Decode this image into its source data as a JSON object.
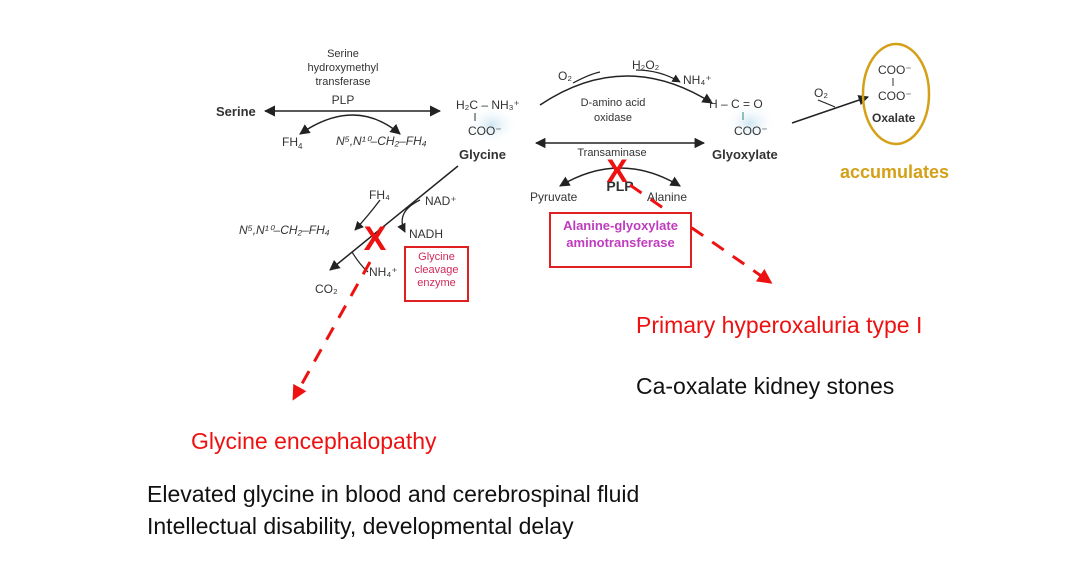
{
  "colors": {
    "accent_red": "#ee1111",
    "enzyme_magenta": "#c03cbf",
    "glyoxylate_teal": "#2e8a6e",
    "oxalate_gold": "#d4a017",
    "serine_enzyme": "#c0356a"
  },
  "pathway": {
    "serine": "Serine",
    "serine_enzyme_line1": "Serine",
    "serine_enzyme_line2": "hydroxymethyl",
    "serine_enzyme_line3": "transferase",
    "plp_top": "PLP",
    "fh4_left": "FH",
    "fh4_left_sub": "4",
    "methylene_thf_top": "N⁵,N¹⁰–CH₂–FH₄",
    "glycine_formula_top": "H₂C – NH₃⁺",
    "glycine_formula_bottom": "COO⁻",
    "glycine": "Glycine",
    "o2_left": "O₂",
    "h2o2": "H₂O₂",
    "nh4_top": "NH₄⁺",
    "daao_line1": "D-amino acid",
    "daao_line2": "oxidase",
    "transaminase": "Transaminase",
    "plp_mid": "PLP",
    "pyruvate": "Pyruvate",
    "alanine": "Alanine",
    "glyoxylate_formula_top": "H – C = O",
    "glyoxylate_formula_bottom": "COO⁻",
    "glyoxylate": "Glyoxylate",
    "o2_right": "O₂",
    "oxalate_coo_top": "COO⁻",
    "oxalate_coo_bottom": "COO⁻",
    "oxalate": "Oxalate",
    "fh4_lower": "FH₄",
    "nad": "NAD⁺",
    "methylene_thf_lower": "N⁵,N¹⁰–CH₂–FH₄",
    "nadh": "NADH",
    "nh4_lower": "NH₄⁺",
    "co2": "CO₂"
  },
  "enzymes": {
    "glycine_cleavage_line1": "Glycine",
    "glycine_cleavage_line2": "cleavage",
    "glycine_cleavage_line3": "enzyme",
    "agxt_line1": "Alanine-glyoxylate",
    "agxt_line2": "aminotransferase"
  },
  "blocks": {
    "left_mark": "X",
    "right_mark": "X"
  },
  "annotations": {
    "accumulates": "accumulates",
    "hyperoxaluria": "Primary hyperoxaluria type I",
    "kidney_stones": "Ca-oxalate kidney stones",
    "encephalopathy": "Glycine encephalopathy",
    "symptom_1": "Elevated glycine in blood and cerebrospinal fluid",
    "symptom_2": "Intellectual disability, developmental delay"
  }
}
